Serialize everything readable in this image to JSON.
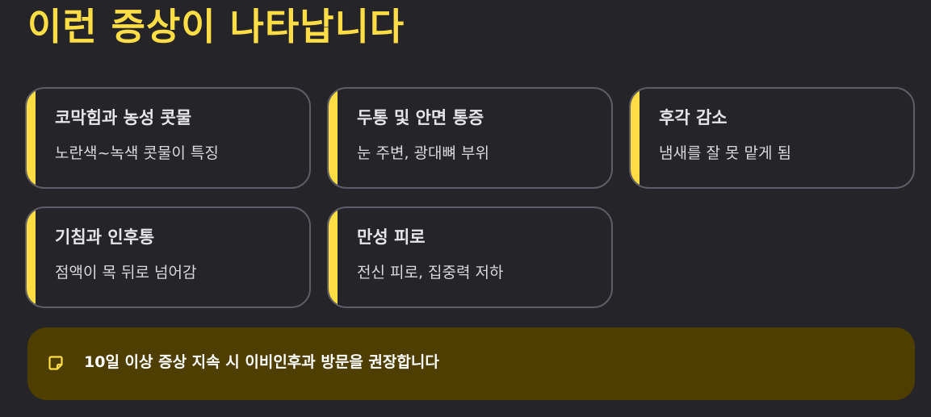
{
  "title": "이런 증상이 나타납니다",
  "symptoms": [
    {
      "title": "코막힘과 농성 콧물",
      "desc": "노란색~녹색 콧물이 특징"
    },
    {
      "title": "두통 및 안면 통증",
      "desc": "눈 주변, 광대뼈 부위"
    },
    {
      "title": "후각 감소",
      "desc": "냄새를 잘 못 맡게 됨"
    },
    {
      "title": "기침과 인후통",
      "desc": "점액이 목 뒤로 넘어감"
    },
    {
      "title": "만성 피로",
      "desc": "전신 피로, 집중력 저하"
    }
  ],
  "notice": {
    "icon": "sticky-note-icon",
    "text": "10일 이상 증상 지속 시 이비인후과 방문을 권장합니다"
  },
  "colors": {
    "background": "#252429",
    "accent": "#FFDD44",
    "card_border": "#5E5C66",
    "notice_background": "#4E3E00"
  }
}
